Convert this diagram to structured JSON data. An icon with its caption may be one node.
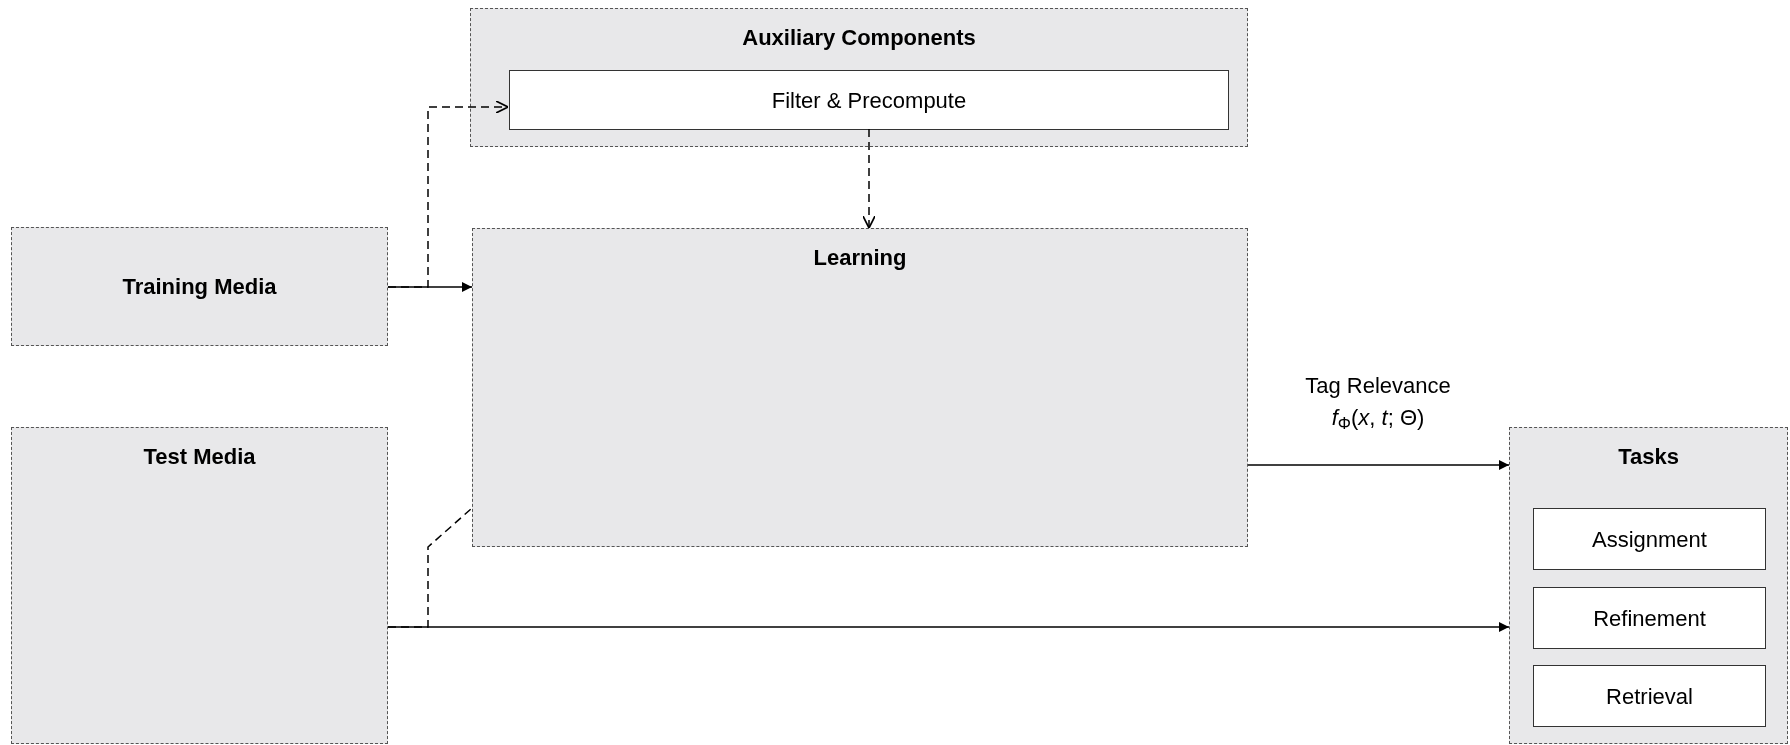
{
  "diagram": {
    "nodes": [
      {
        "text": [
          "Auxiliary Components"
        ]
      },
      {
        "text": [
          "Filter & Precompute"
        ],
        "in": 0
      },
      {
        "text": [
          "Training Media"
        ]
      },
      {
        "text": [
          "Learning"
        ]
      },
      {
        "text": [
          "Test Media"
        ]
      },
      {
        "text": [
          "Tasks"
        ]
      },
      {
        "text": [
          "Assignment"
        ],
        "in": 5
      },
      {
        "text": [
          "Refinement"
        ],
        "in": 5
      },
      {
        "text": [
          "Retrieval"
        ],
        "in": 5
      }
    ],
    "edges": [
      {
        "from": 2,
        "to": 3,
        "arrow": "to"
      },
      {
        "from": 2,
        "to": 1,
        "arrow": "to",
        "style": "dashed"
      },
      {
        "from": 1,
        "to": 3,
        "arrow": "to",
        "style": "dashed"
      },
      {
        "from": 3,
        "to": 5,
        "arrow": "to",
        "label": "Tag Relevance *f*$_{Φ}$(*x*, *t*; Θ)"
      },
      {
        "from": 4,
        "to": 5,
        "arrow": "to"
      },
      {
        "from": 4,
        "to": 3,
        "arrow": "none",
        "style": "dashed"
      }
    ]
  }
}
